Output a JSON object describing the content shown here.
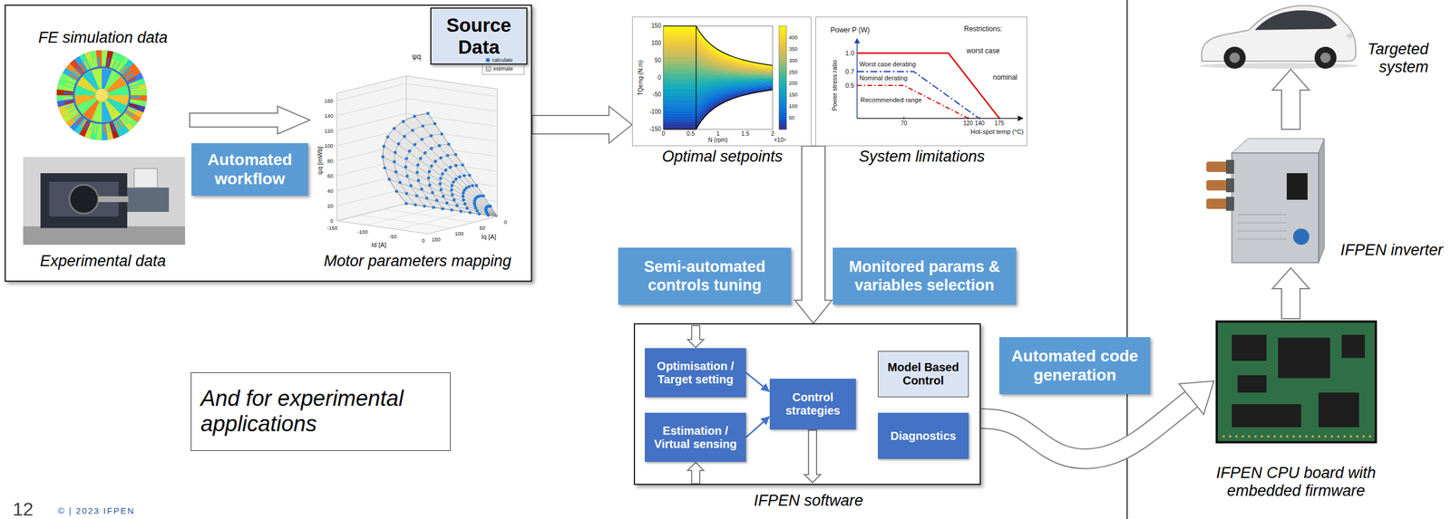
{
  "diagram": {
    "nodes": [
      {
        "text": [
          "FE simulation data",
          "Experimental data",
          "Motor parameters mapping"
        ]
      },
      {
        "text": [
          "Source Data"
        ],
        "in": 0
      },
      {
        "text": [
          "Automated workflow"
        ],
        "in": 0
      },
      {
        "text": [
          "Optimal setpoints"
        ]
      },
      {
        "text": [
          "System limitations"
        ]
      },
      {
        "text": [
          "Targeted system"
        ]
      },
      {
        "text": [
          "IFPEN inverter"
        ]
      },
      {
        "text": [
          "Semi-automated controls tuning"
        ]
      },
      {
        "text": [
          "Monitored params & variables selection"
        ]
      },
      {
        "text": [
          "IFPEN software"
        ]
      },
      {
        "text": [
          "Optimisation / Target setting"
        ],
        "in": 9
      },
      {
        "text": [
          "Estimation / Virtual sensing"
        ],
        "in": 9
      },
      {
        "text": [
          "Control strategies"
        ],
        "in": 9
      },
      {
        "text": [
          "Model Based Control"
        ],
        "in": 9
      },
      {
        "text": [
          "Diagnostics"
        ],
        "in": 9
      },
      {
        "text": [
          "And for experimental applications"
        ]
      },
      {
        "text": [
          "Automated code generation"
        ]
      },
      {
        "text": [
          "IFPEN CPU board with embedded firmware"
        ]
      }
    ],
    "edges": [
      {
        "from": 0,
        "to": 3,
        "arrow": "to"
      },
      {
        "from": 3,
        "to": 9,
        "arrow": "to"
      },
      {
        "from": 4,
        "to": 9,
        "arrow": "to"
      },
      {
        "from": 10,
        "to": 12,
        "arrow": "to"
      },
      {
        "from": 11,
        "to": 12,
        "arrow": "to"
      },
      {
        "from": 9,
        "to": 17,
        "arrow": "to"
      },
      {
        "from": 17,
        "to": 6,
        "arrow": "to"
      },
      {
        "from": 6,
        "to": 5,
        "arrow": "to"
      }
    ],
    "labels": [
      "150",
      "100",
      "50",
      "0",
      "-50",
      "-100",
      "-150",
      "0",
      "0.5",
      "1",
      "1.5",
      "2",
      "N (rpm)",
      "×10⁴",
      "TQemg (N.m)",
      "400",
      "350",
      "300",
      "250",
      "200",
      "150",
      "100",
      "50",
      "Power P (W)",
      "Restrictions:",
      "worst case",
      "nominal",
      "Power stress ratio",
      "1.0",
      "0.7",
      "0.5",
      "Worst case derating",
      "Nominal derating",
      "Recommended range",
      "70",
      "120",
      "140",
      "175",
      "Hot-spot temp (°C)",
      "ψq",
      "ψq [mWb]",
      "0",
      "20",
      "40",
      "60",
      "80",
      "100",
      "120",
      "140",
      "160",
      "-150",
      "-100",
      "-50",
      "0",
      "0",
      "50",
      "100",
      "150",
      "Id [A]",
      "Iq [A]",
      "12",
      "© | 2023 IFPEN"
    ],
    "legend": [
      {
        "text": "calculate"
      },
      {
        "text": "estimate"
      }
    ]
  }
}
